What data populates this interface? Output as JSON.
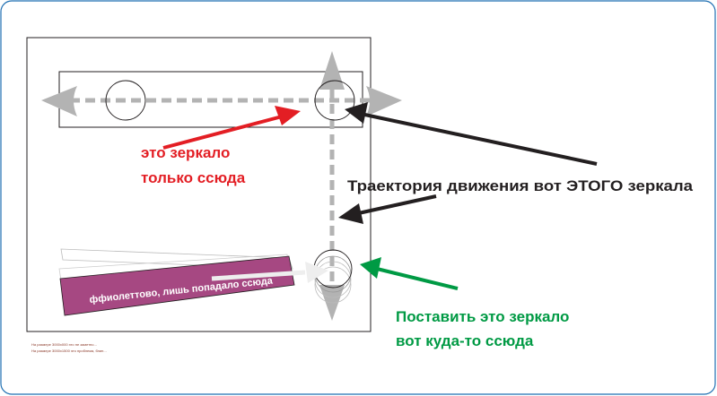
{
  "labels": {
    "red_line1": "это зеркало",
    "red_line2": "только ссюда",
    "trajectory": "Траектория движения вот ЭТОГО зеркала",
    "green_line1": "Поставить это зеркало",
    "green_line2": "вот куда-то ссюда",
    "purple_band": "ффиолеттово, лишь попадало ссюда"
  },
  "notes": {
    "line1": "На размере 3000x000 это не заметно...",
    "line2": "На размере 3000x1500 это проблема, блин..."
  },
  "colors": {
    "red": "#e31e24",
    "black": "#231f20",
    "green": "#009a44",
    "purple": "#a64882",
    "gray": "#b3b3b3",
    "border_blue": "#1f6fb2"
  }
}
